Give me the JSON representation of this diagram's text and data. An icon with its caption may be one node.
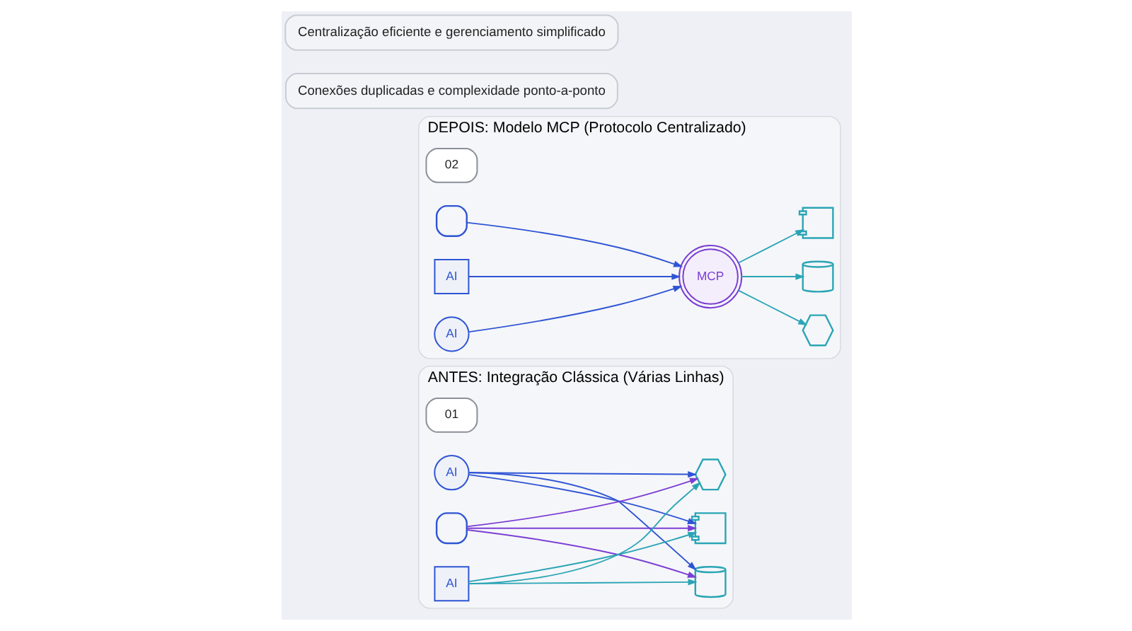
{
  "diagram": {
    "nodes": [
      {
        "text": [
          "ANTES: Integração Clássica (Várias Linhas)"
        ]
      },
      {
        "text": [
          "01"
        ],
        "in": 0
      },
      {
        "text": [
          "AI"
        ],
        "in": 0
      },
      {
        "text": [],
        "shape": "robot",
        "in": 0
      },
      {
        "text": [
          "AI"
        ],
        "in": 0
      },
      {
        "text": [],
        "shape": "wrench",
        "in": 0
      },
      {
        "text": [],
        "shape": "cylinder",
        "in": 0
      },
      {
        "text": [],
        "shape": "flowchart",
        "in": 0
      },
      {
        "text": [
          "DEPOIS: Modelo MCP (Protocolo Centralizado)"
        ]
      },
      {
        "text": [
          "02"
        ],
        "in": 8
      },
      {
        "text": [
          "AI"
        ],
        "in": 8
      },
      {
        "text": [],
        "shape": "robot",
        "in": 8
      },
      {
        "text": [
          "AI"
        ],
        "in": 8
      },
      {
        "text": [
          "MCP"
        ],
        "in": 8
      },
      {
        "text": [],
        "shape": "wrench",
        "in": 8
      },
      {
        "text": [],
        "shape": "cylinder",
        "in": 8
      },
      {
        "text": [],
        "shape": "flowchart",
        "in": 8
      },
      {
        "text": [
          "Conexões duplicadas e complexidade ponto-a-ponto"
        ]
      },
      {
        "text": [
          "Centralização eficiente e gerenciamento simplificado"
        ]
      }
    ],
    "edges": [
      {
        "from": 2,
        "to": 5,
        "arrow": "to",
        "color": "#2f55d4"
      },
      {
        "from": 2,
        "to": 6,
        "arrow": "to",
        "color": "#2f55d4"
      },
      {
        "from": 2,
        "to": 7,
        "arrow": "to",
        "color": "#2f55d4"
      },
      {
        "from": 3,
        "to": 5,
        "arrow": "to",
        "color": "#7b3fd4"
      },
      {
        "from": 3,
        "to": 6,
        "arrow": "to",
        "color": "#7b3fd4"
      },
      {
        "from": 3,
        "to": 7,
        "arrow": "to",
        "color": "#7b3fd4"
      },
      {
        "from": 4,
        "to": 5,
        "arrow": "to"
      },
      {
        "from": 4,
        "to": 6,
        "arrow": "to"
      },
      {
        "from": 4,
        "to": 7,
        "arrow": "to"
      },
      {
        "from": 10,
        "to": 13,
        "arrow": "to",
        "color": "#2f55d4"
      },
      {
        "from": 11,
        "to": 13,
        "arrow": "to",
        "color": "#2f55d4"
      },
      {
        "from": 12,
        "to": 13,
        "arrow": "to",
        "color": "#2f55d4"
      },
      {
        "from": 13,
        "to": 14,
        "arrow": "to"
      },
      {
        "from": 13,
        "to": 15,
        "arrow": "to"
      },
      {
        "from": 13,
        "to": 16,
        "arrow": "to"
      }
    ]
  }
}
